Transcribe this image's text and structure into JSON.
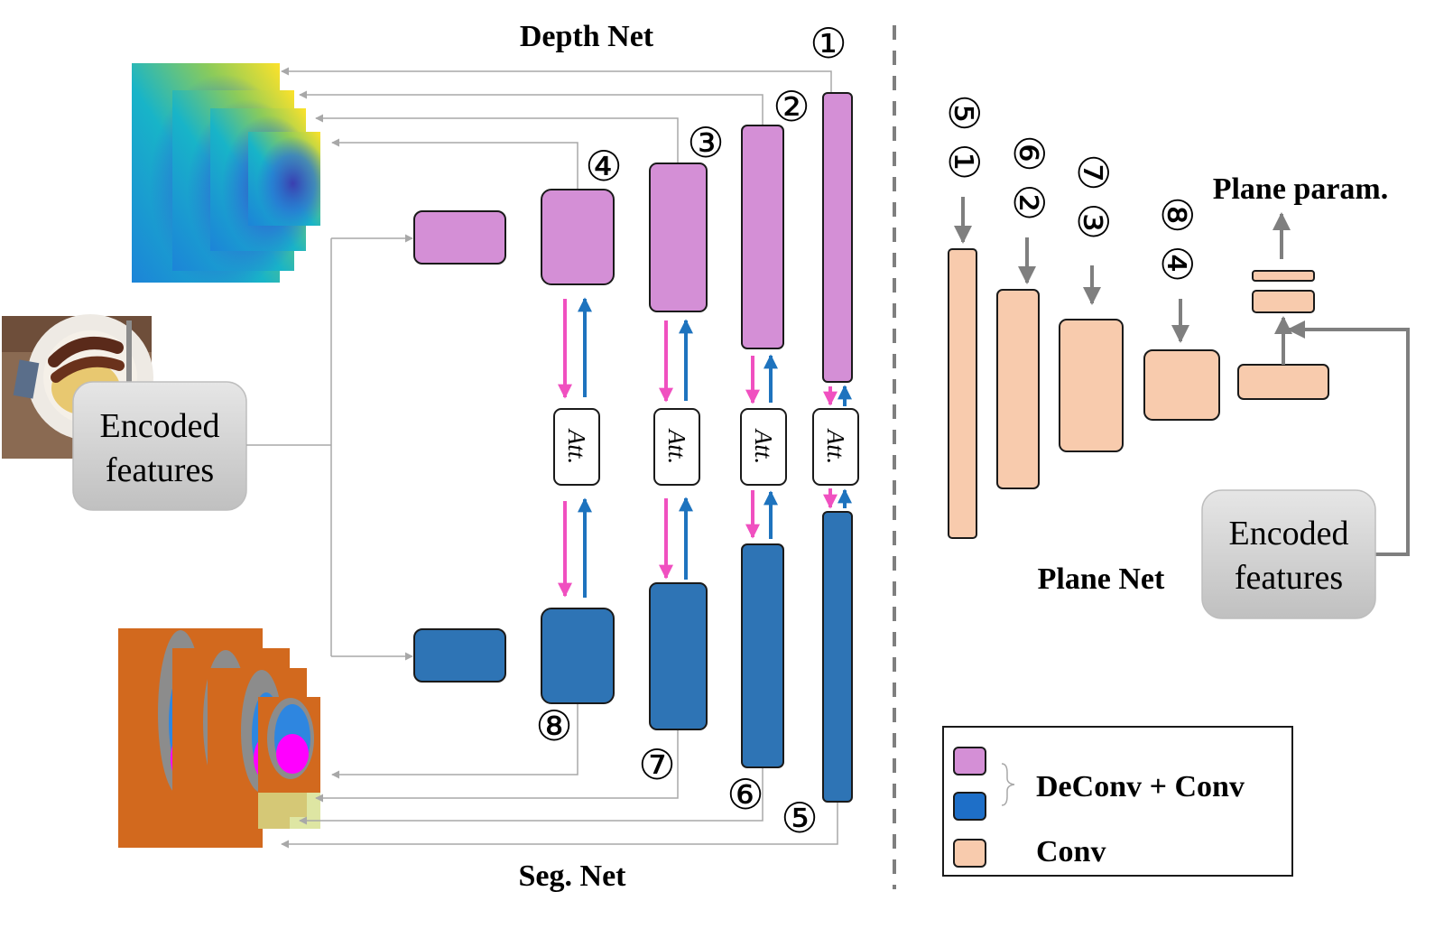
{
  "titles": {
    "depth_net": "Depth Net",
    "seg_net": "Seg. Net",
    "plane_net": "Plane Net",
    "plane_param": "Plane param."
  },
  "encoded_features": {
    "left": [
      "Encoded",
      "features"
    ],
    "right": [
      "Encoded",
      "features"
    ]
  },
  "att_label": "Att.",
  "stage_markers": {
    "depth": [
      "①",
      "②",
      "③",
      "④"
    ],
    "seg": [
      "⑤",
      "⑥",
      "⑦",
      "⑧"
    ]
  },
  "plane_net_inputs": [
    [
      "①",
      "⑤"
    ],
    [
      "②",
      "⑥"
    ],
    [
      "③",
      "⑦"
    ],
    [
      "④",
      "⑧"
    ]
  ],
  "legend": {
    "deconv_conv": "DeConv + Conv",
    "conv": "Conv"
  },
  "colors": {
    "depth_block": "#D48FD6",
    "seg_block": "#2E74B5",
    "conv_block": "#F8CBAD",
    "pink_arrow": "#F050C0",
    "blue_arrow": "#1E73BE",
    "gray_line": "#A8A8A8",
    "encoded_box": "#D0D0D0"
  }
}
